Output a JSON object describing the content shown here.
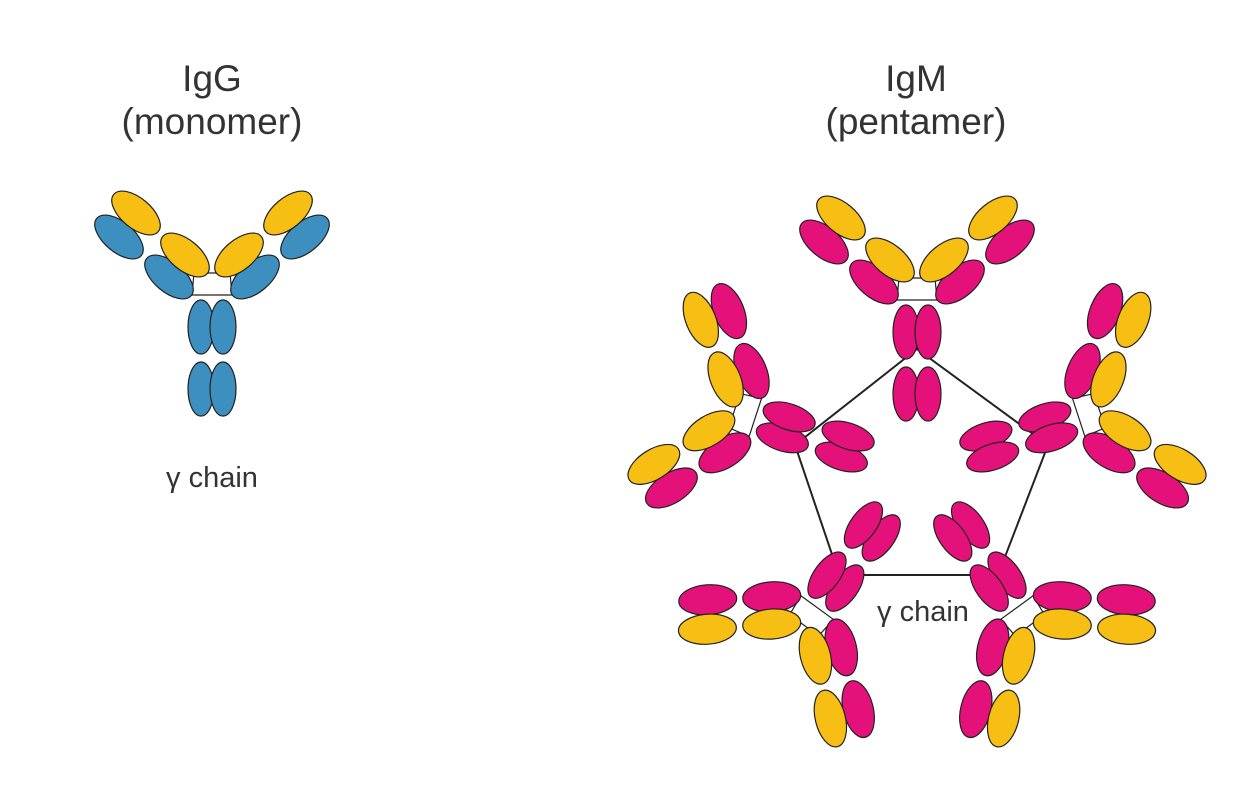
{
  "igg": {
    "title": "IgG",
    "subtitle": "(monomer)",
    "chain_label": "γ chain"
  },
  "igm": {
    "title": "IgM",
    "subtitle": "(pentamer)",
    "chain_label": "γ chain"
  },
  "colors": {
    "heavy_chain_igg": "#3d8fbf",
    "heavy_chain_igm": "#e5117a",
    "light_chain": "#f7be13",
    "outline": "#222222",
    "text": "#333333"
  }
}
